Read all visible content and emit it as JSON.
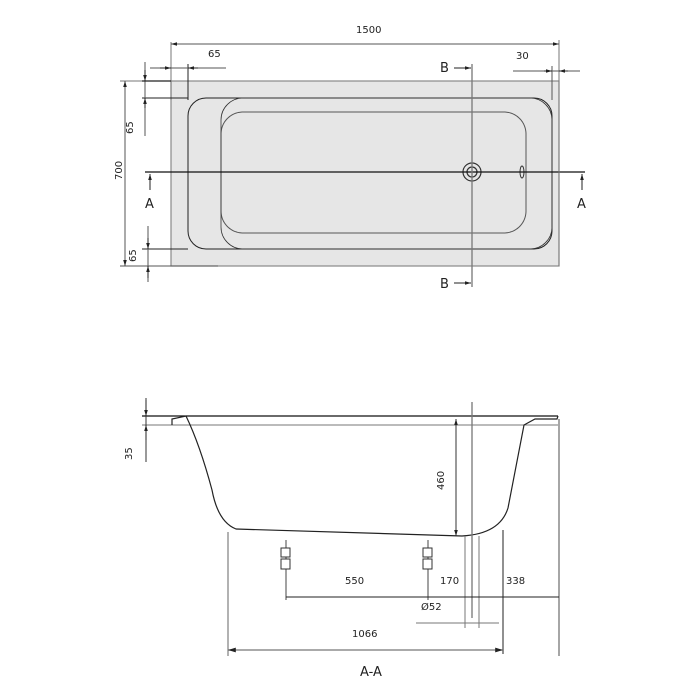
{
  "drawing": {
    "type": "technical-drawing",
    "subject": "rectangular bathtub",
    "colors": {
      "line": "#1a1a1a",
      "dim_line": "#555555",
      "fill": "#e6e6e6",
      "background": "#ffffff"
    }
  },
  "top_view": {
    "dims": {
      "overall_length": "1500",
      "overall_width": "700",
      "rim_left": "65",
      "rim_right": "30",
      "rim_top": "65",
      "rim_bottom": "65"
    },
    "section_marks": {
      "a_left": "A",
      "a_right": "A",
      "b_top": "B",
      "b_bottom": "B"
    }
  },
  "section_view": {
    "title": "A-A",
    "dims": {
      "rim_thickness": "35",
      "depth": "460",
      "feet_spacing": "550",
      "drain_to_foot": "170",
      "drain_to_end": "338",
      "drain_diameter": "Ø52",
      "foot_span": "1066"
    }
  }
}
